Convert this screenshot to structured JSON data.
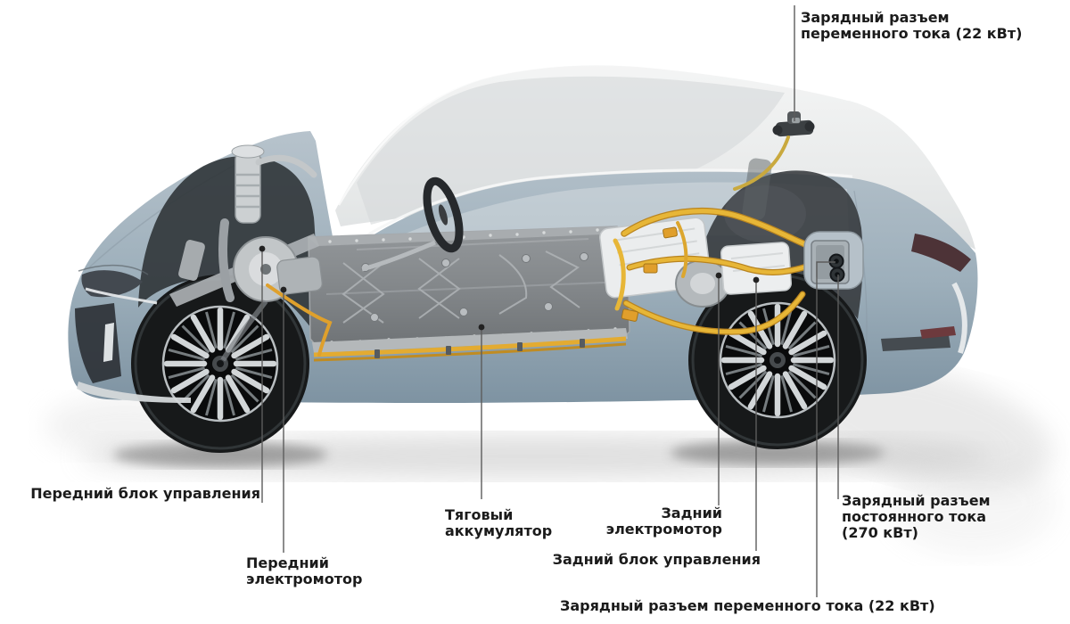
{
  "diagram": {
    "type": "ev-powertrain-cutaway",
    "background": "#ffffff",
    "colors": {
      "label_text": "#1b1b1b",
      "leader_line": "#5c5c5c",
      "body_blue": "#a3b3bf",
      "glasshouse": "#ebecec",
      "battery_gray": "#85898c",
      "cable_yellow": "#e3ab31",
      "wheel_dark": "#17191a"
    }
  },
  "labels": {
    "ac_port_roof": {
      "lines": [
        "Зарядный разъем",
        "переменного тока (22 кВт)"
      ]
    },
    "front_control_unit": {
      "lines": [
        "Передний блок управления"
      ]
    },
    "front_motor": {
      "lines": [
        "Передний",
        "электромотор"
      ]
    },
    "battery": {
      "lines": [
        "Тяговый",
        "аккумулятор"
      ]
    },
    "rear_motor": {
      "lines": [
        "Задний",
        "электромотор"
      ]
    },
    "rear_control_unit": {
      "lines": [
        "Задний блок управления"
      ]
    },
    "dc_port": {
      "lines": [
        "Зарядный разъем",
        "постоянного тока",
        "(270 кВт)"
      ]
    },
    "ac_port_rear": {
      "lines": [
        "Зарядный разъем переменного тока (22 кВт)"
      ]
    }
  }
}
